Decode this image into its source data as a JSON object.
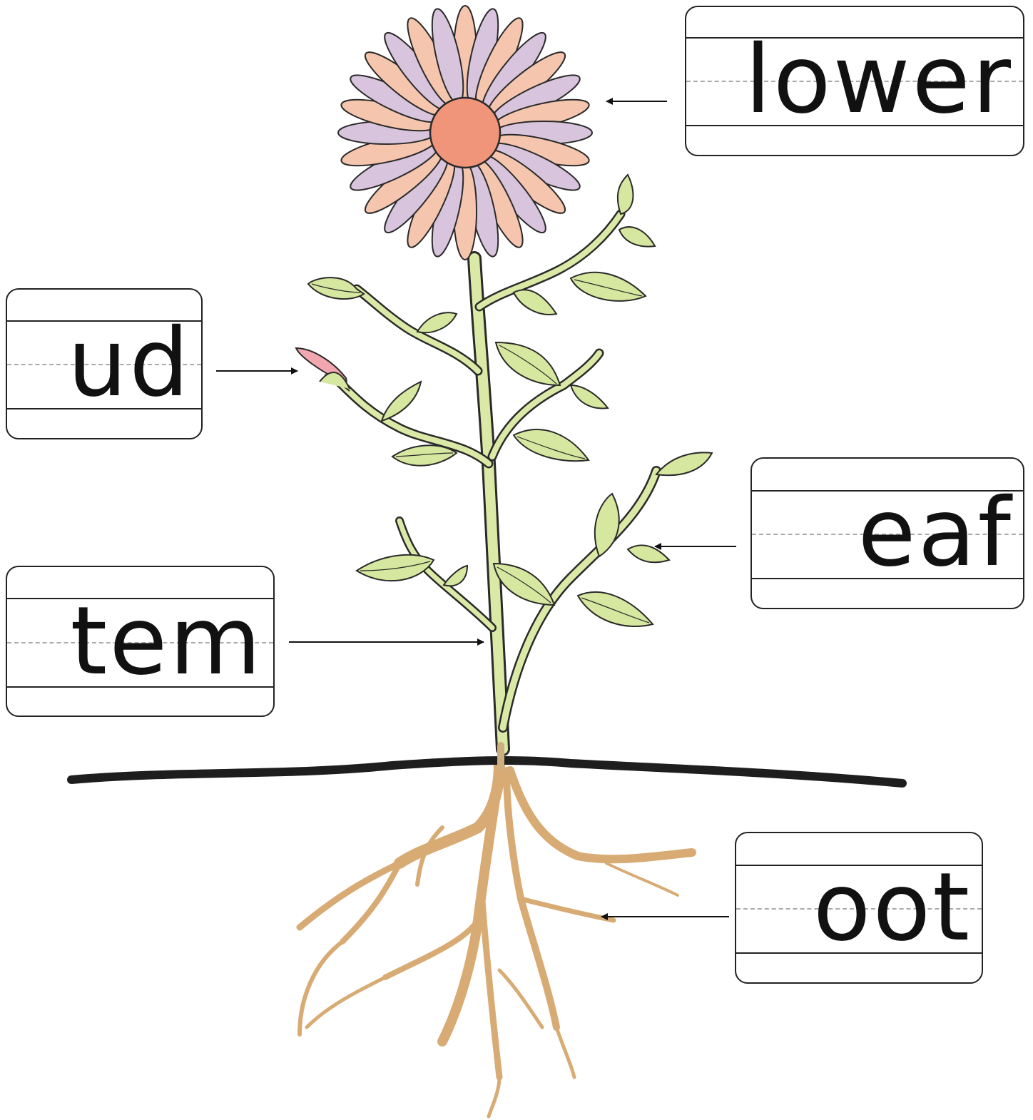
{
  "labels": {
    "flower": "lower",
    "bud": "ud",
    "leaf": "eaf",
    "stem": "tem",
    "root": "oot"
  },
  "colors": {
    "petal_pink": "#f5c6ad",
    "petal_purple": "#d8c4dc",
    "center": "#f0957a",
    "leaf": "#d6e79f",
    "stem": "#dbe9a6",
    "bud": "#f2a7b0",
    "root": "#d8ab74",
    "ground": "#1e1e1e",
    "outline": "#2a2a2a"
  }
}
